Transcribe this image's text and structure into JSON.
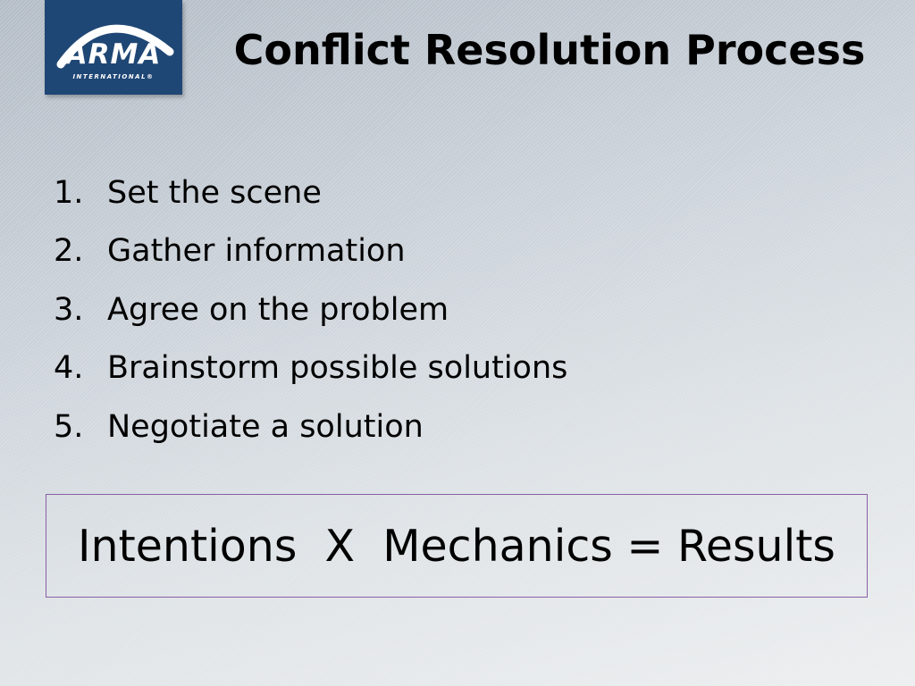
{
  "slide": {
    "title": "Conflict Resolution Process",
    "steps": [
      {
        "number": "1.",
        "text": "Set the scene"
      },
      {
        "number": "2.",
        "text": "Gather information"
      },
      {
        "number": "3.",
        "text": "Agree on the problem"
      },
      {
        "number": "4.",
        "text": "Brainstorm possible solutions"
      },
      {
        "number": "5.",
        "text": "Negotiate a solution"
      }
    ],
    "formula": "Intentions  X  Mechanics = Results"
  },
  "logo": {
    "name": "ARMA",
    "tagline": "INTERNATIONAL®",
    "background_color": "#1f4775"
  },
  "colors": {
    "formula_border": "#8a5fa6",
    "text": "#000000"
  }
}
